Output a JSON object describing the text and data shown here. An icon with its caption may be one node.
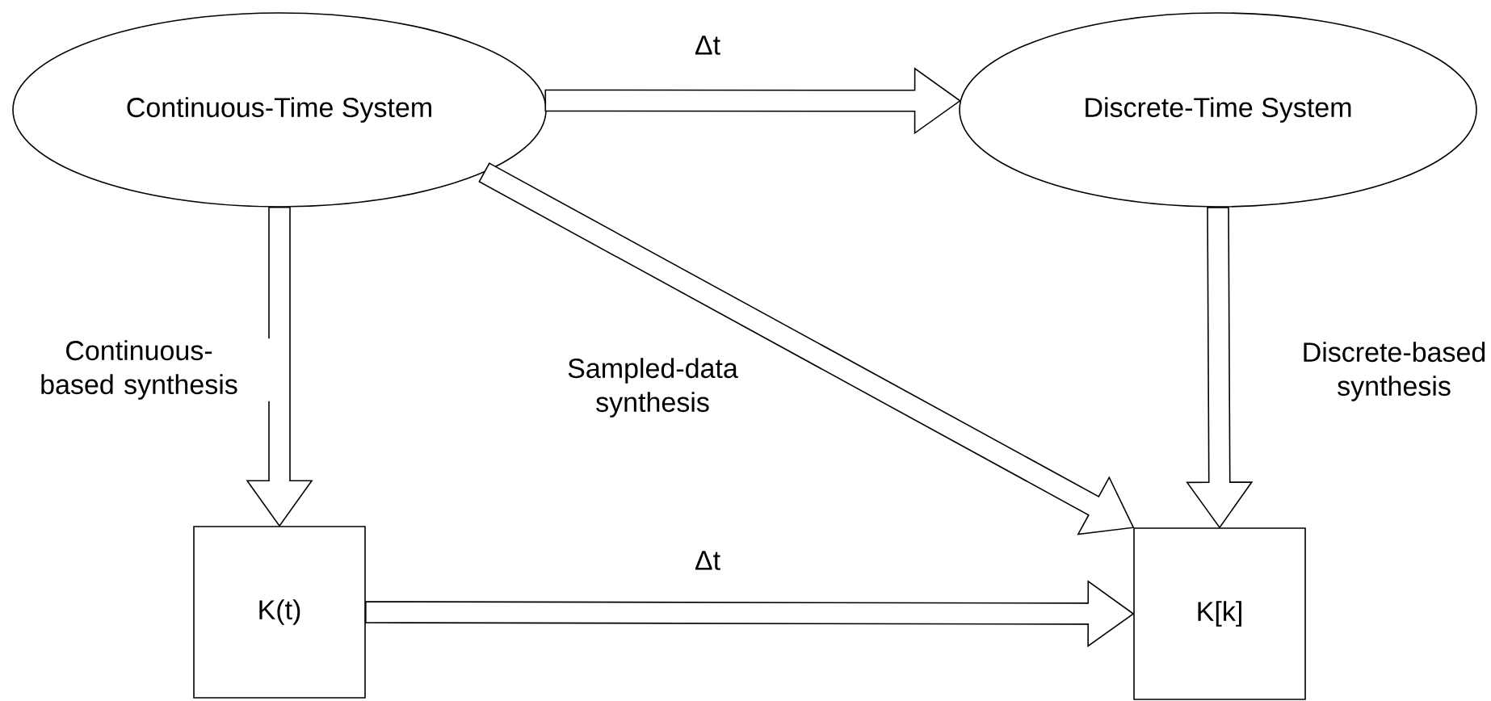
{
  "diagram": {
    "nodes": [
      {
        "text": [
          "Continuous-Time System"
        ]
      },
      {
        "text": [
          "Discrete-Time System"
        ]
      },
      {
        "text": [
          "K(t)"
        ]
      },
      {
        "text": [
          "K[k]"
        ]
      }
    ],
    "edges": [
      {
        "from": 0,
        "to": 1,
        "arrow": "to",
        "label": "Δt"
      },
      {
        "from": 0,
        "to": 2,
        "arrow": "to",
        "label": "Continuous-based synthesis"
      },
      {
        "from": 0,
        "to": 3,
        "arrow": "to",
        "label": "Sampled-data synthesis"
      },
      {
        "from": 1,
        "to": 3,
        "arrow": "to",
        "label": "Discrete-based synthesis"
      },
      {
        "from": 2,
        "to": 3,
        "arrow": "to",
        "label": "Δt"
      }
    ]
  }
}
